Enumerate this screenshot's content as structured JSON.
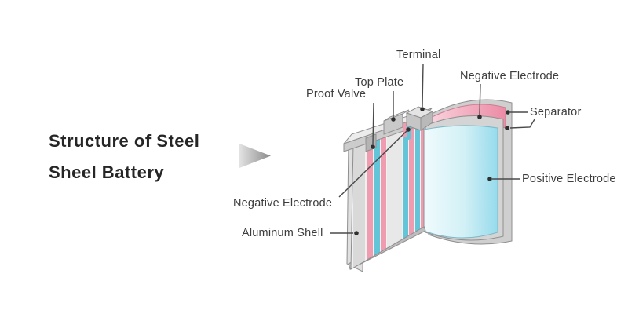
{
  "title": {
    "line1": "Structure of Steel",
    "line2": "Sheel Battery"
  },
  "labels": {
    "terminal": "Terminal",
    "top_plate": "Top Plate",
    "proof_valve": "Proof Valve",
    "negative_electrode_top": "Negative Electrode",
    "separator": "Separator",
    "positive_electrode": "Positive Electrode",
    "negative_electrode_side": "Negative Electrode",
    "aluminum_shell": "Aluminum Shell"
  },
  "colors": {
    "negative_electrode_pink": "#f09cb0",
    "positive_electrode_cyan": "#63c5d8",
    "separator_gray": "#cfcfcf",
    "shell_gray": "#d9d9d9",
    "label_text": "#3d3d3d",
    "leader_line": "#4a4a4a",
    "title_text": "#262626",
    "background": "#ffffff"
  }
}
